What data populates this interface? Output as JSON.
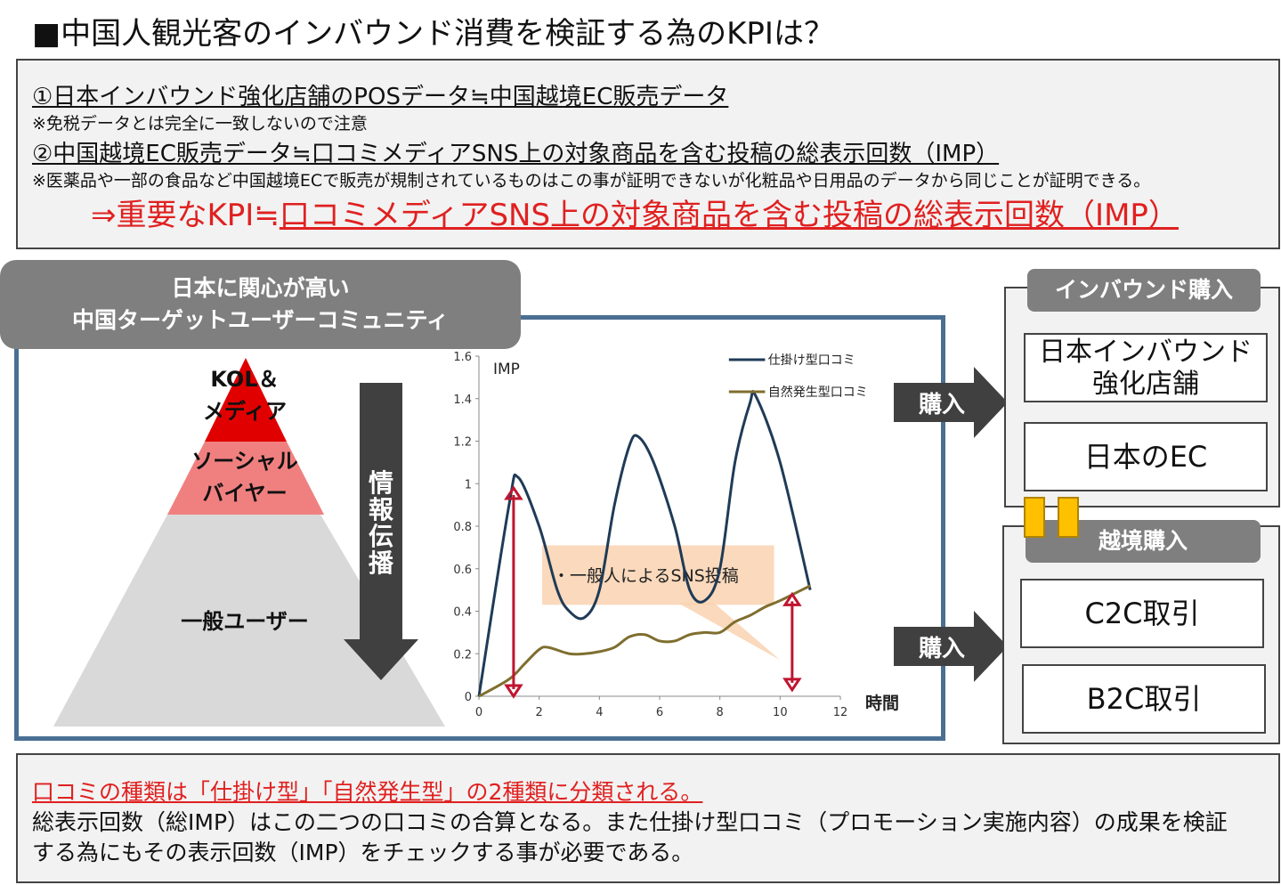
{
  "title": "■中国人観光客のインバウンド消費を検証する為のKPIは？",
  "kpi_box": {
    "line1": "①日本インバウンド強化店舗のPOSデータ≒中国越境EC販売データ",
    "note1": "※免税データとは完全に一致しないので注意",
    "line2": "②中国越境EC販売データ≒口コミメディアSNS上の対象商品を含む投稿の総表示回数（IMP）",
    "note2": "※医薬品や一部の食品など中国越境ECで販売が規制されているものはこの事が証明できないが化粧品や日用品のデータから同じことが証明できる。",
    "kpi_prefix": "⇒重要なKPI≒",
    "kpi_underlined": "口コミメディアSNS上の対象商品を含む投稿の総表示回数（IMP）"
  },
  "community": {
    "label_line1": "日本に関心が高い",
    "label_line2": "中国ターゲットユーザーコミュニティ",
    "pyramid": {
      "top": [
        "KOL＆",
        "メディア"
      ],
      "middle": [
        "ソーシャル",
        "バイヤー"
      ],
      "bottom": "一般ユーザー",
      "colors": {
        "top": "#e00000",
        "middle": "#f08080",
        "bottom": "#d9d9d9"
      }
    },
    "arrow_label": "情報伝播"
  },
  "chart_data": {
    "type": "line",
    "ylabel": "IMP",
    "xlabel": "時間",
    "xlim": [
      0,
      12
    ],
    "ylim": [
      0,
      1.6
    ],
    "xticks": [
      "0",
      "2",
      "4",
      "6",
      "8",
      "10",
      "12"
    ],
    "yticks": [
      "0",
      "0.2",
      "0.4",
      "0.6",
      "0.8",
      "1",
      "1.2",
      "1.4",
      "1.6"
    ],
    "legend_position": "top-right",
    "series": [
      {
        "name": "仕掛け型口コミ",
        "color": "#1f3b57",
        "x": [
          0,
          1,
          1.3,
          2,
          2.6,
          3,
          3.5,
          4,
          4.5,
          5,
          5.3,
          5.8,
          6.5,
          7,
          7.5,
          8,
          8.5,
          9,
          9.2,
          10,
          11
        ],
        "y": [
          0,
          0.9,
          1.03,
          0.8,
          0.5,
          0.4,
          0.37,
          0.5,
          0.9,
          1.18,
          1.22,
          1.1,
          0.8,
          0.5,
          0.45,
          0.6,
          1.1,
          1.38,
          1.41,
          1.1,
          0.5
        ]
      },
      {
        "name": "自然発生型口コミ",
        "color": "#7f6e2e",
        "x": [
          0,
          1,
          1.5,
          2,
          2.3,
          3,
          3.5,
          4,
          4.5,
          5,
          5.5,
          6,
          6.5,
          7,
          7.5,
          8,
          8.5,
          9,
          9.5,
          10,
          11
        ],
        "y": [
          0,
          0.08,
          0.15,
          0.22,
          0.23,
          0.2,
          0.2,
          0.21,
          0.23,
          0.28,
          0.29,
          0.26,
          0.26,
          0.29,
          0.3,
          0.3,
          0.35,
          0.38,
          0.42,
          0.45,
          0.52
        ]
      }
    ],
    "annotation": "・一般人によるSNS投稿"
  },
  "purchase": {
    "buy_label": "購入",
    "inbound": {
      "head": "インバウンド購入",
      "store1_line1": "日本インバウンド",
      "store1_line2": "強化店舗",
      "store2": "日本のEC"
    },
    "crossborder": {
      "head": "越境購入",
      "store1": "C2C取引",
      "store2": "B2C取引"
    },
    "connector_color": "#ffc000"
  },
  "summary_box": {
    "red_line": "口コミの種類は「仕掛け型」「自然発生型」の2種類に分類される。",
    "line2": "総表示回数（総IMP）はこの二つの口コミの合算となる。また仕掛け型口コミ（プロモーション実施内容）の成果を検証",
    "line3": "する為にもその表示回数（IMP）をチェックする事が必要である。"
  }
}
